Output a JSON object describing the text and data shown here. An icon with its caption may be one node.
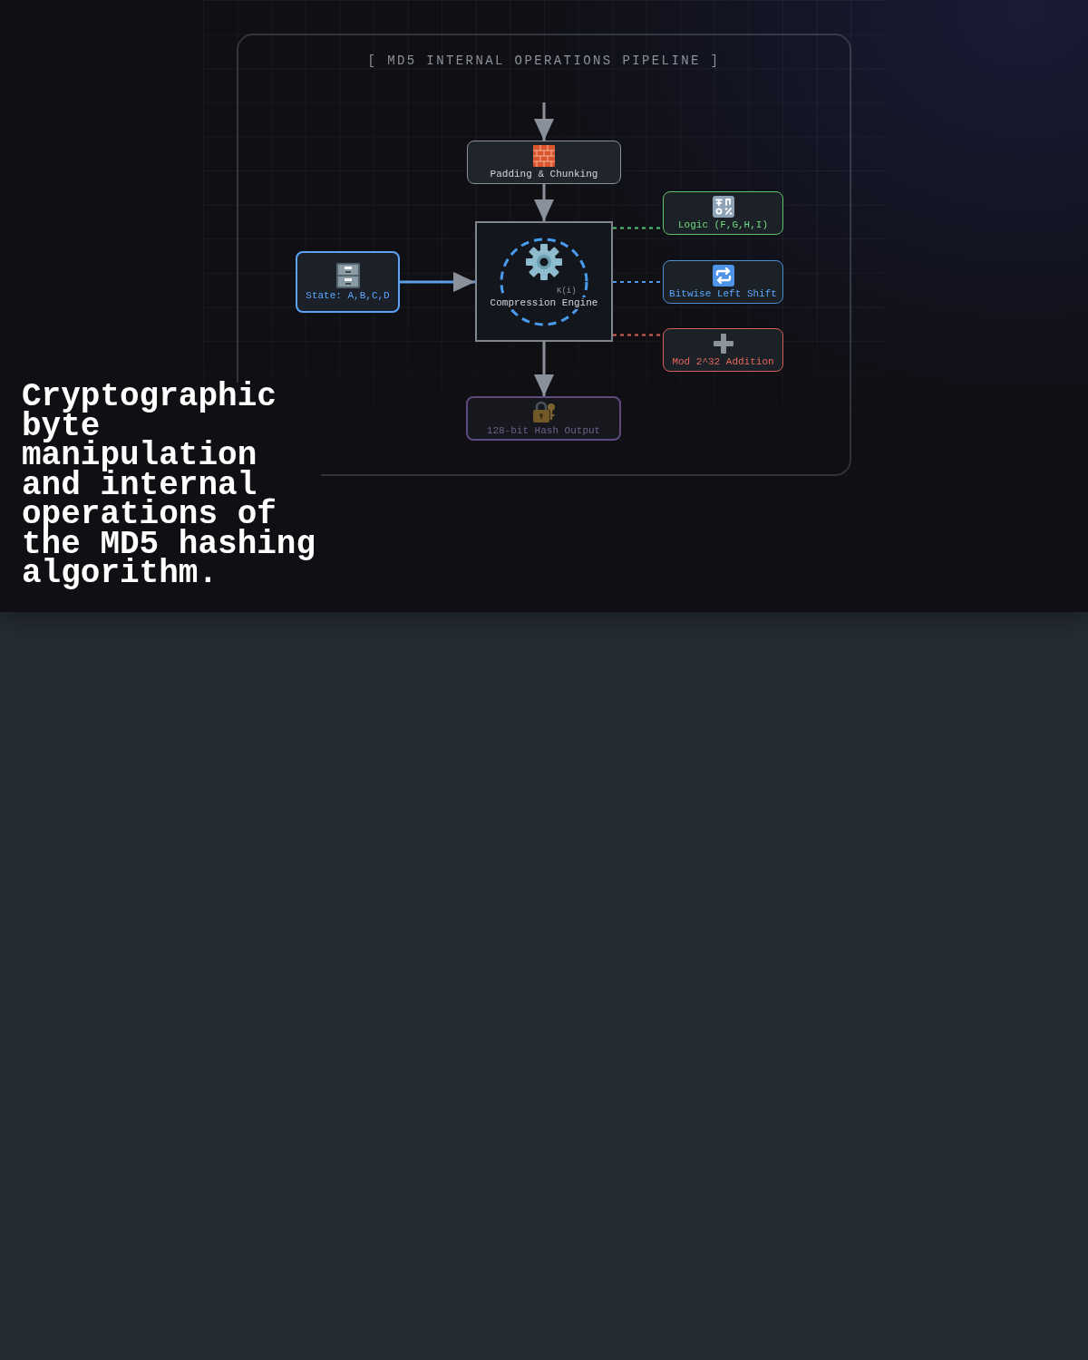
{
  "diagram": {
    "title": "Cryptographic byte manipulation and internal operations of the MD5 hashing algorithm.",
    "nodes": [
      {
        "text": [
          "[ MD5 INTERNAL OPERATIONS PIPELINE ]"
        ]
      },
      {
        "text": [
          "Padding & Chunking"
        ],
        "in": 0
      },
      {
        "text": [
          "State: A,B,C,D"
        ],
        "in": 0
      },
      {
        "text": [
          "K(i)",
          "Compression Engine"
        ],
        "in": 0
      },
      {
        "text": [
          "Logic (F,G,H,I)"
        ],
        "in": 0
      },
      {
        "text": [
          "Bitwise Left Shift"
        ],
        "in": 0
      },
      {
        "text": [
          "Mod 2^32 Addition"
        ],
        "in": 0
      },
      {
        "text": [
          "128-bit Hash Output"
        ],
        "in": 0
      }
    ],
    "edges": [
      {
        "from": null,
        "to": 1,
        "arrow": "to"
      },
      {
        "from": 1,
        "to": 3,
        "arrow": "to"
      },
      {
        "from": 2,
        "to": 3,
        "arrow": "to",
        "color": "#5b9ee6"
      },
      {
        "from": 3,
        "to": 7,
        "arrow": "to"
      },
      {
        "from": 3,
        "to": 4,
        "arrow": "none",
        "style": "dashed",
        "color": "#4fc86a"
      },
      {
        "from": 3,
        "to": 5,
        "arrow": "none",
        "style": "dashed",
        "color": "#4a9cf0"
      },
      {
        "from": 3,
        "to": 6,
        "arrow": "none",
        "style": "dashed",
        "color": "#e0605a"
      }
    ]
  }
}
